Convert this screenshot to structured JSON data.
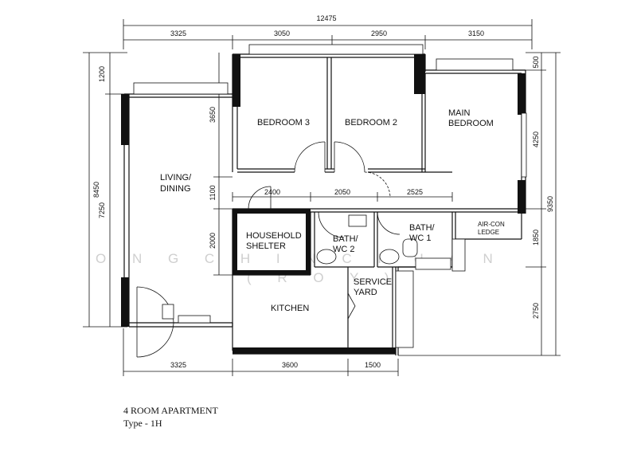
{
  "plan": {
    "dimensions": {
      "overall_width": "12475",
      "top": [
        "3325",
        "3050",
        "2950",
        "3150"
      ],
      "left_outer": "8450",
      "left_inner": [
        "1200",
        "7250"
      ],
      "inner_left": [
        "3650",
        "1100",
        "2000"
      ],
      "middle_row": [
        "2400",
        "2050",
        "2525"
      ],
      "right_inner": [
        "500",
        "4250",
        "1850",
        "2750"
      ],
      "right_outer": "9350",
      "bottom": [
        "3325",
        "3600",
        "1500"
      ]
    },
    "rooms": {
      "bedroom_3": "BEDROOM 3",
      "bedroom_2": "BEDROOM 2",
      "main_bedroom": [
        "MAIN",
        "BEDROOM"
      ],
      "living_dining": [
        "LIVING/",
        "DINING"
      ],
      "household_shelter": [
        "HOUSEHOLD",
        "SHELTER"
      ],
      "bath_wc2": [
        "BATH/",
        "WC 2"
      ],
      "bath_wc1": [
        "BATH/",
        "WC 1"
      ],
      "aircon_ledge": [
        "AIR-CON",
        "LEDGE"
      ],
      "service_yard": [
        "SERVICE",
        "YARD"
      ],
      "kitchen": "KITCHEN"
    },
    "watermark": [
      "O N G   C H I N   C H U A N",
      "( R O Y )"
    ]
  },
  "caption": {
    "title": "4 ROOM APARTMENT",
    "type": "Type - 1H"
  }
}
